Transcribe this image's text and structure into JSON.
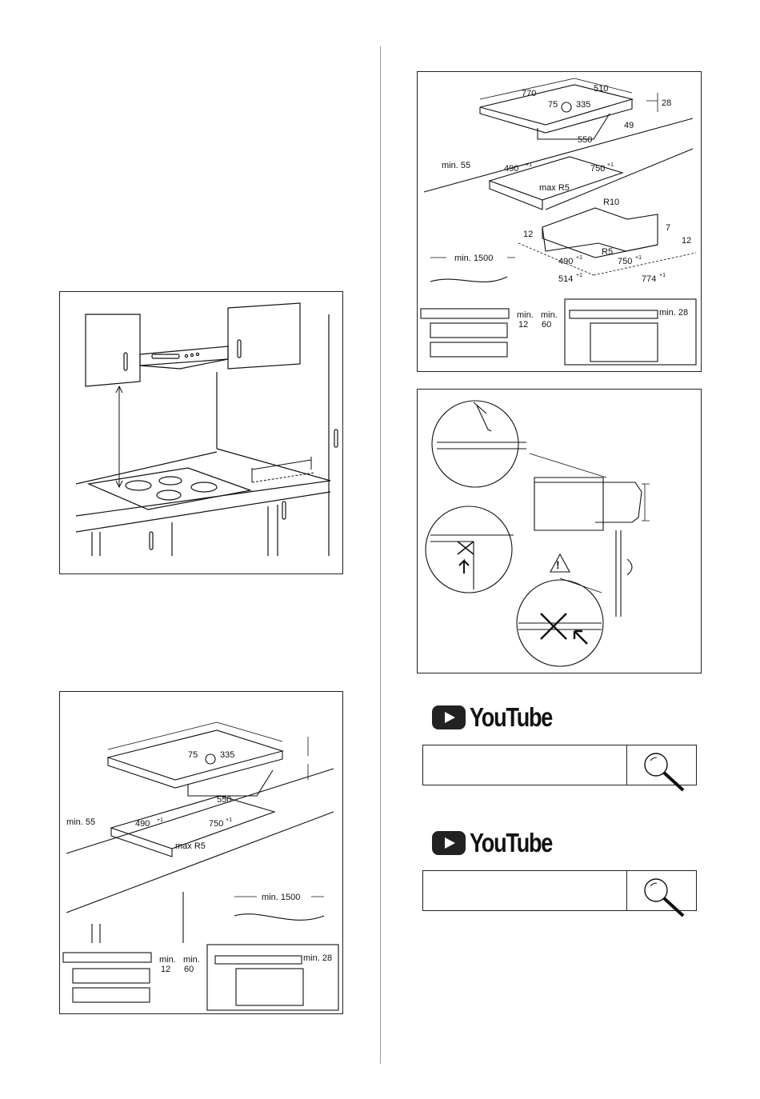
{
  "panel_hob_dims": {
    "top_dims": [
      "770",
      "510"
    ],
    "center_dims": [
      "75",
      "335"
    ],
    "right_dims": [
      "28",
      "49"
    ],
    "bottom_dim": "550",
    "cutout": {
      "min_edge": "min. 55",
      "width": "490",
      "length": "750",
      "tol": "+1",
      "radius": "max R5"
    },
    "frame": {
      "radius_top": "R10",
      "radius_bottom": "R5",
      "h7": "7",
      "side12": "12",
      "left12": "12",
      "w490": "490",
      "w514": "514",
      "l750": "750",
      "l774": "774",
      "tol": "+1"
    },
    "cable": "min. 1500",
    "under": {
      "min": "min.",
      "v12": "12",
      "v60": "60",
      "min28": "min. 28"
    }
  },
  "panel_hob_dims_small": {
    "center_dims": [
      "75",
      "335"
    ],
    "bottom_dim": "550",
    "cutout": {
      "min_edge": "min. 55",
      "width": "490",
      "length": "750",
      "tol": "+1",
      "radius": "max R5"
    },
    "cable": "min. 1500",
    "under": {
      "min": "min.",
      "v12": "12",
      "v60": "60",
      "min28": "min. 28"
    }
  },
  "youtube": [
    {
      "wordmark": "YouTube",
      "search_value": ""
    },
    {
      "wordmark": "YouTube",
      "search_value": ""
    }
  ],
  "colors": {
    "line": "#111111",
    "border": "#222222",
    "divider": "#9a9a9a"
  }
}
